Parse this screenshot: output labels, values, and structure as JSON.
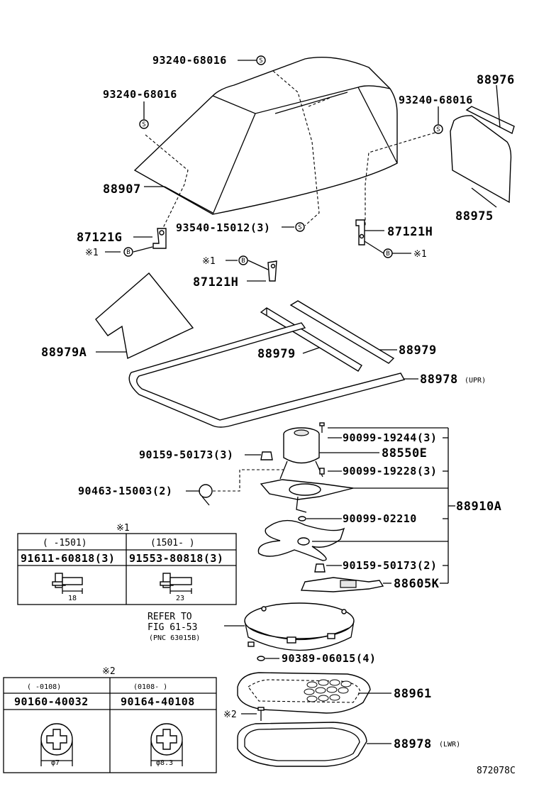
{
  "diagram": {
    "labels": {
      "screw_top": "93240-68016",
      "screw_left": "93240-68016",
      "screw_right": "93240-68016",
      "gasket_88976": "88976",
      "cover_88907": "88907",
      "plate_88975": "88975",
      "bolt_93540": "93540-15012(3)",
      "bracket_g": "87121G",
      "bracket_h_right": "87121H",
      "bracket_h_mid": "87121H",
      "note1_left": "※1",
      "note1_mid": "※1",
      "note1_right": "※1",
      "sheet_88979a": "88979A",
      "foam_88979_mid": "88979",
      "foam_88979_right": "88979",
      "seal_upr": "88978",
      "seal_upr_suffix": "(UPR)",
      "screw_90099_19244": "90099-19244(3)",
      "motor_88550e": "88550E",
      "nut_90159_3": "90159-50173(3)",
      "screw_90099_19228": "90099-19228(3)",
      "clip_90463": "90463-15003(2)",
      "assy_88910a": "88910A",
      "washer_90099_02210": "90099-02210",
      "nut_90159_2": "90159-50173(2)",
      "resistor_88605k": "88605K",
      "refer_line1": "REFER TO",
      "refer_line2": "FIG 61-53",
      "refer_line3": "(PNC 63015B)",
      "nut_90389": "90389-06015(4)",
      "grille_88961": "88961",
      "note2_left": "※2",
      "seal_lwr": "88978",
      "seal_lwr_suffix": "(LWR)",
      "figure_code": "872078C"
    },
    "table1": {
      "note": "※1",
      "col1_range": "(    -1501)",
      "col2_range": "(1501-     )",
      "col1_part": "91611-60818(3)",
      "col2_part": "91553-80818(3)",
      "col1_dim": "18",
      "col2_dim": "23"
    },
    "table2": {
      "note": "※2",
      "col1_range": "(    -0108)",
      "col2_range": "(0108-     )",
      "col1_part": "90160-40032",
      "col2_part": "90164-40108",
      "col1_dim": "φ7",
      "col2_dim": "φ8.3"
    },
    "markers": {
      "s": "S",
      "b": "B"
    }
  }
}
